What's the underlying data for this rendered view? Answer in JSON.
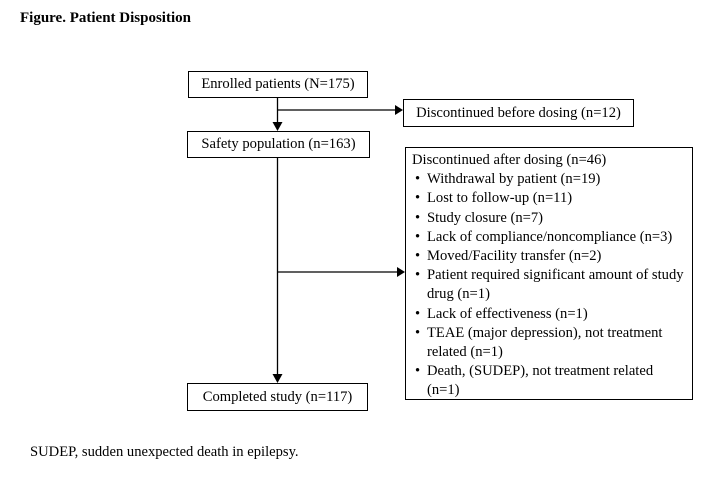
{
  "figure": {
    "title": "Figure. Patient Disposition",
    "footnote": "SUDEP, sudden unexpected death in epilepsy."
  },
  "flowchart": {
    "enrolled": {
      "label": "Enrolled patients (N=175)"
    },
    "discontinued_before": {
      "label": "Discontinued before dosing (n=12)"
    },
    "safety": {
      "label": "Safety population (n=163)"
    },
    "discontinued_after": {
      "header": "Discontinued after dosing (n=46)",
      "reasons": [
        "Withdrawal by patient (n=19)",
        "Lost to follow-up (n=11)",
        "Study closure (n=7)",
        "Lack of compliance/noncompliance (n=3)",
        "Moved/Facility transfer (n=2)",
        "Patient required significant amount of study drug (n=1)",
        "Lack of effectiveness (n=1)",
        "TEAE (major depression), not treatment related (n=1)",
        "Death, (SUDEP), not treatment related (n=1)"
      ]
    },
    "completed": {
      "label": "Completed study (n=117)"
    }
  },
  "colors": {
    "background": "#ffffff",
    "line": "#000000",
    "text": "#000000"
  }
}
